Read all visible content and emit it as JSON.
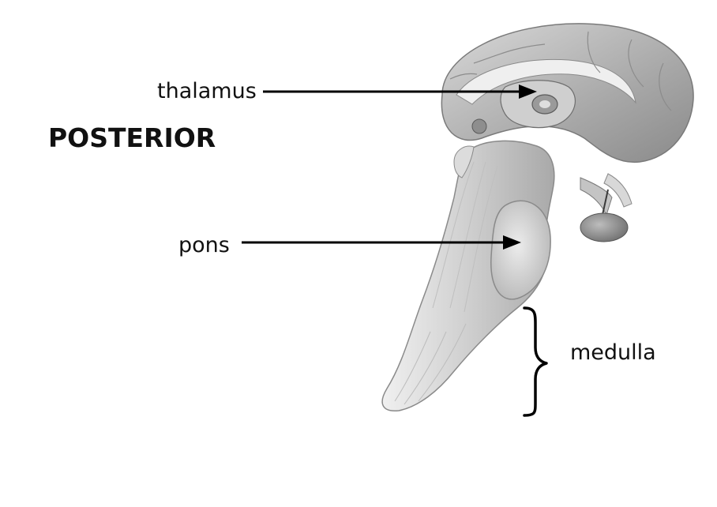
{
  "labels": {
    "thalamus": "thalamus",
    "pons": "pons",
    "medulla": "medulla",
    "orientation": "POSTERIOR"
  },
  "colors": {
    "background": "#ffffff",
    "text": "#111111",
    "arrow": "#000000",
    "tissue_light": "#e2e2e2",
    "tissue_mid": "#b5b5b5",
    "tissue_dark": "#6a6a6a"
  }
}
